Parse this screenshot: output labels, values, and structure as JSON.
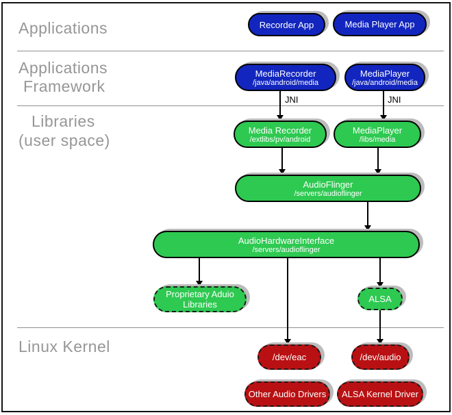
{
  "layers": [
    {
      "id": "applications",
      "label_lines": [
        "Applications"
      ]
    },
    {
      "id": "applications-framework",
      "label_lines": [
        "Applications",
        "Framework"
      ]
    },
    {
      "id": "libraries-user-space",
      "label_lines": [
        "Libraries",
        "(user space)"
      ]
    },
    {
      "id": "linux-kernel",
      "label_lines": [
        "Linux Kernel"
      ]
    }
  ],
  "nodes": {
    "recorder_app": {
      "label": "Recorder App"
    },
    "media_player_app": {
      "label": "Media Player App"
    },
    "media_recorder_fw": {
      "label": "MediaRecorder",
      "sublabel": "/java/android/media"
    },
    "media_player_fw": {
      "label": "MediaPlayer",
      "sublabel": "/java/android/media"
    },
    "media_recorder_lib": {
      "label": "Media Recorder",
      "sublabel": "/extlibs/pv/android"
    },
    "media_player_lib": {
      "label": "MediaPlayer",
      "sublabel": "/libs/media"
    },
    "audioflinger": {
      "label": "AudioFlinger",
      "sublabel": "/servers/audioflinger"
    },
    "audio_hardware_interface": {
      "label": "AudioHardwareInterface",
      "sublabel": "/servers/audioflinger"
    },
    "proprietary_audio_libraries": {
      "label": "Proprietary Aduio",
      "label_line2": "Libraries"
    },
    "alsa": {
      "label": "ALSA"
    },
    "dev_eac": {
      "label": "/dev/eac"
    },
    "dev_audio": {
      "label": "/dev/audio"
    },
    "other_audio_drivers": {
      "label": "Other Audio Drivers"
    },
    "alsa_kernel_driver": {
      "label": "ALSA Kernel Driver"
    }
  },
  "edge_labels": {
    "jni_left": "JNI",
    "jni_right": "JNI"
  },
  "edges": [
    {
      "from": "media_recorder_fw",
      "to": "media_recorder_lib",
      "label": "JNI"
    },
    {
      "from": "media_player_fw",
      "to": "media_player_lib",
      "label": "JNI"
    },
    {
      "from": "media_recorder_lib",
      "to": "audioflinger"
    },
    {
      "from": "media_player_lib",
      "to": "audioflinger"
    },
    {
      "from": "audioflinger",
      "to": "audio_hardware_interface"
    },
    {
      "from": "audio_hardware_interface",
      "to": "proprietary_audio_libraries"
    },
    {
      "from": "audio_hardware_interface",
      "to": "dev_eac"
    },
    {
      "from": "audio_hardware_interface",
      "to": "alsa"
    },
    {
      "from": "alsa",
      "to": "dev_audio"
    }
  ],
  "colors": {
    "app_blue": "#1226bf",
    "lib_green": "#2ec951",
    "kernel_red": "#b91113",
    "shadow_gray": "#bcbcbc",
    "layer_label_gray": "#969696",
    "separator_gray": "#8f8f8f"
  }
}
